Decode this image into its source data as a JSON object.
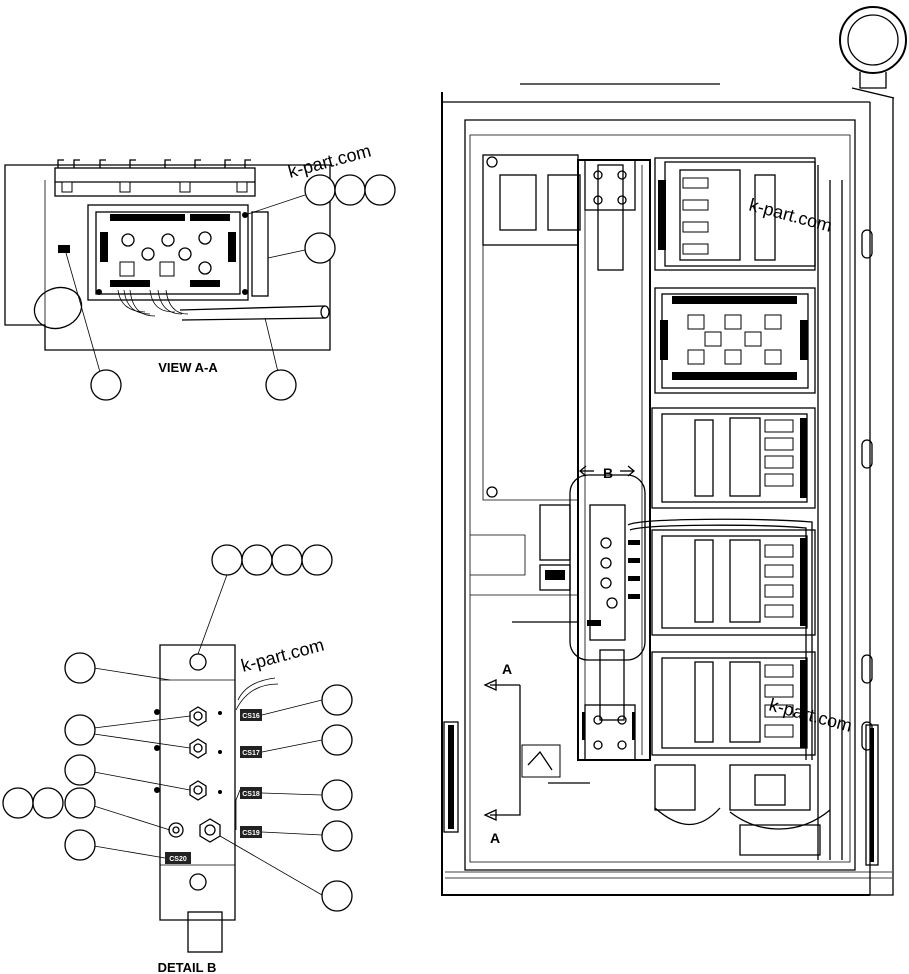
{
  "watermark": "k-part.com",
  "view_aa": {
    "title": "VIEW A-A"
  },
  "detail_b": {
    "title": "DETAIL B",
    "wire_tags": [
      "CS16",
      "CS17",
      "CS18",
      "CS19",
      "CS20"
    ]
  },
  "cabinet": {
    "section_marker_a": "A",
    "section_marker_b": "B"
  }
}
